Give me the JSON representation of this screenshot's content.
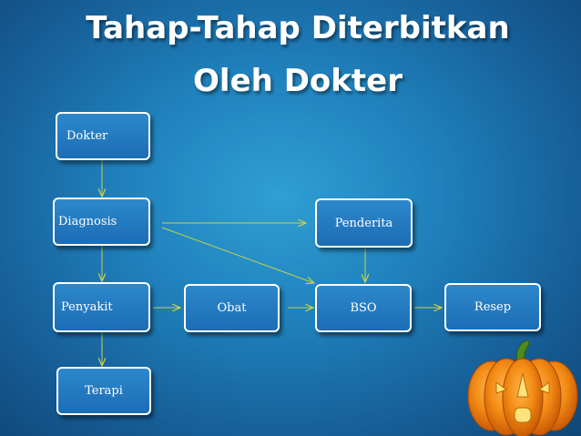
{
  "title": {
    "line1": "Tahap-Tahap Diterbitkan",
    "line2": "Oleh Dokter"
  },
  "nodes": {
    "dokter": "Dokter",
    "diagnosis": "Diagnosis",
    "penyakit": "Penyakit",
    "terapi": "Terapi",
    "obat": "Obat",
    "penderita": "Penderita",
    "bso": "BSO",
    "resep": "Resep"
  },
  "edges": [
    {
      "from": "dokter",
      "to": "diagnosis"
    },
    {
      "from": "diagnosis",
      "to": "penyakit"
    },
    {
      "from": "penyakit",
      "to": "terapi"
    },
    {
      "from": "diagnosis",
      "to": "penderita"
    },
    {
      "from": "diagnosis",
      "to": "bso"
    },
    {
      "from": "penyakit",
      "to": "obat"
    },
    {
      "from": "obat",
      "to": "bso"
    },
    {
      "from": "penderita",
      "to": "bso"
    },
    {
      "from": "bso",
      "to": "resep"
    }
  ],
  "colors": {
    "background": "#1f80bb",
    "node_fill": "#2479c0",
    "node_border": "#ffffff",
    "arrow": "#c8d24a",
    "pumpkin": "#f07d10"
  },
  "decoration": "pumpkin-icon"
}
